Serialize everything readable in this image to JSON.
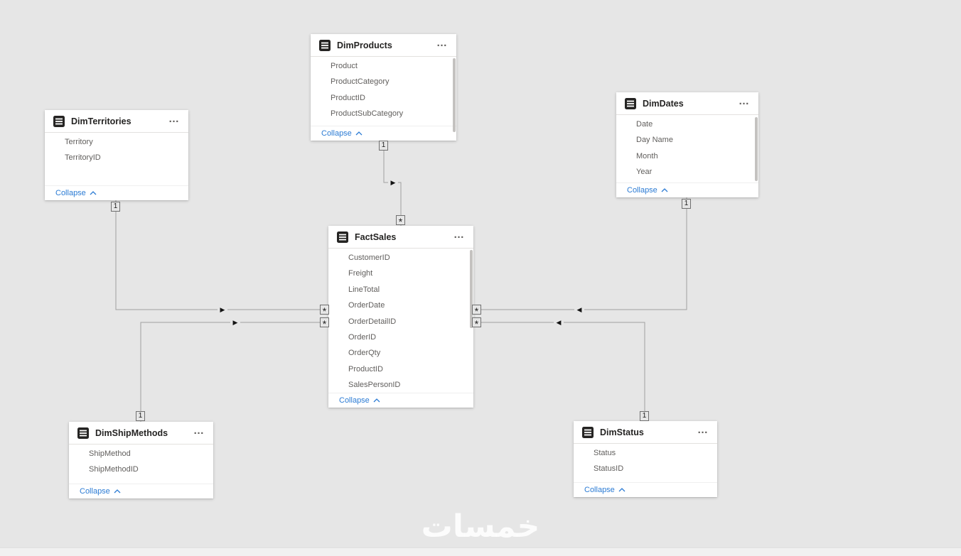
{
  "ui": {
    "menu_label": "…",
    "collapse_label": "Collapse"
  },
  "watermark": "خمسات",
  "tables": [
    {
      "name": "DimProducts",
      "fields": [
        "Product",
        "ProductCategory",
        "ProductID",
        "ProductSubCategory"
      ]
    },
    {
      "name": "DimTerritories",
      "fields": [
        "Territory",
        "TerritoryID"
      ]
    },
    {
      "name": "DimDates",
      "fields": [
        "Date",
        "Day Name",
        "Month",
        "Year"
      ]
    },
    {
      "name": "FactSales",
      "fields": [
        "CustomerID",
        "Freight",
        "LineTotal",
        "OrderDate",
        "OrderDetailID",
        "OrderID",
        "OrderQty",
        "ProductID",
        "SalesPersonID"
      ]
    },
    {
      "name": "DimShipMethods",
      "fields": [
        "ShipMethod",
        "ShipMethodID"
      ]
    },
    {
      "name": "DimStatus",
      "fields": [
        "Status",
        "StatusID"
      ]
    }
  ],
  "relationships": [
    {
      "from": "DimProducts",
      "to": "FactSales",
      "from_card": "1",
      "to_card": "*",
      "arrow": "▶"
    },
    {
      "from": "DimTerritories",
      "to": "FactSales",
      "from_card": "1",
      "to_card": "*",
      "arrow": "▶"
    },
    {
      "from": "DimShipMethods",
      "to": "FactSales",
      "from_card": "1",
      "to_card": "*",
      "arrow": "▶"
    },
    {
      "from": "DimDates",
      "to": "FactSales",
      "from_card": "1",
      "to_card": "*",
      "arrow": "◀"
    },
    {
      "from": "DimStatus",
      "to": "FactSales",
      "from_card": "1",
      "to_card": "*",
      "arrow": "◀"
    }
  ]
}
